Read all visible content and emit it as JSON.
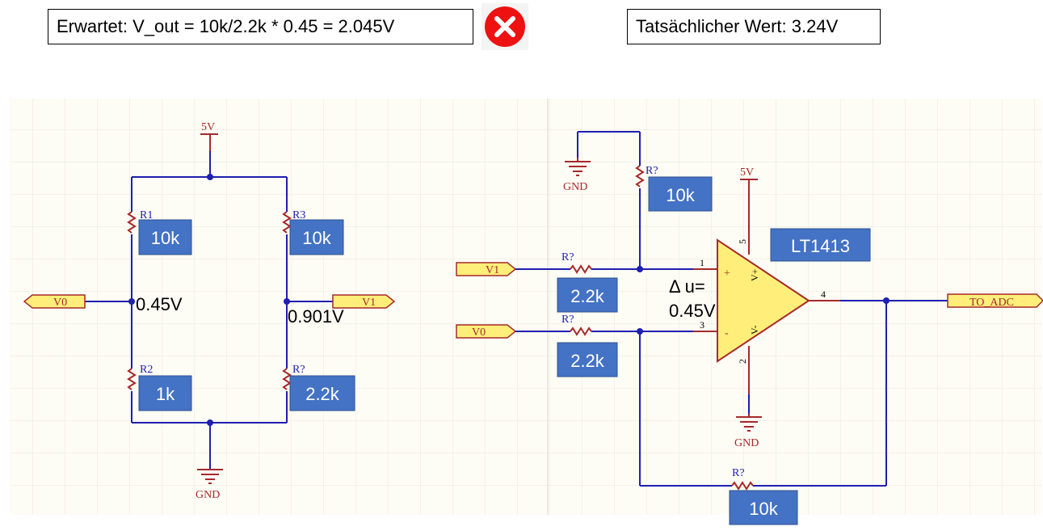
{
  "header": {
    "expected": "Erwartet: V_out = 10k/2.2k * 0.45 = 2.045V",
    "actual": "Tatsächlicher Wert: 3.24V",
    "error_icon": "x-circle-icon",
    "error_color": "#ee1111"
  },
  "bridge": {
    "supply_label": "5V",
    "gnd_label": "GND",
    "r1_ref": "R1",
    "r1_value": "10k",
    "r3_ref": "R3",
    "r3_value": "10k",
    "r2_ref": "R2",
    "r2_value": "1k",
    "r4_ref": "R?",
    "r4_value": "2.2k",
    "v0_port": "V0",
    "v1_port": "V1",
    "v0_voltage": "0.45V",
    "v1_voltage": "0.901V"
  },
  "amp": {
    "gnd_top_label": "GND",
    "rref_ref": "R?",
    "rref_value": "10k",
    "supply_label": "5V",
    "opamp_name": "LT1413",
    "rin1_ref": "R?",
    "rin1_value": "2.2k",
    "rin2_ref": "R?",
    "rin2_value": "2.2k",
    "v1_port": "V1",
    "v0_port": "V0",
    "delta_line1": "Δ u=",
    "delta_line2": "0.45V",
    "pin_plus": "1",
    "pin_minus": "3",
    "pin_out": "4",
    "pin_vplus": "5",
    "pin_vminus": "2",
    "vplus_label": "V+",
    "vminus_label": "V-",
    "plus_sign": "+",
    "minus_sign": "-",
    "out_port": "TO_ADC",
    "gnd_bottom_label": "GND",
    "rf_ref": "R?",
    "rf_value": "10k"
  },
  "colors": {
    "wire": "#1f1fb0",
    "component": "#a52a2a",
    "opamp_fill": "#ffef7a",
    "value_box": "#4472c4"
  }
}
